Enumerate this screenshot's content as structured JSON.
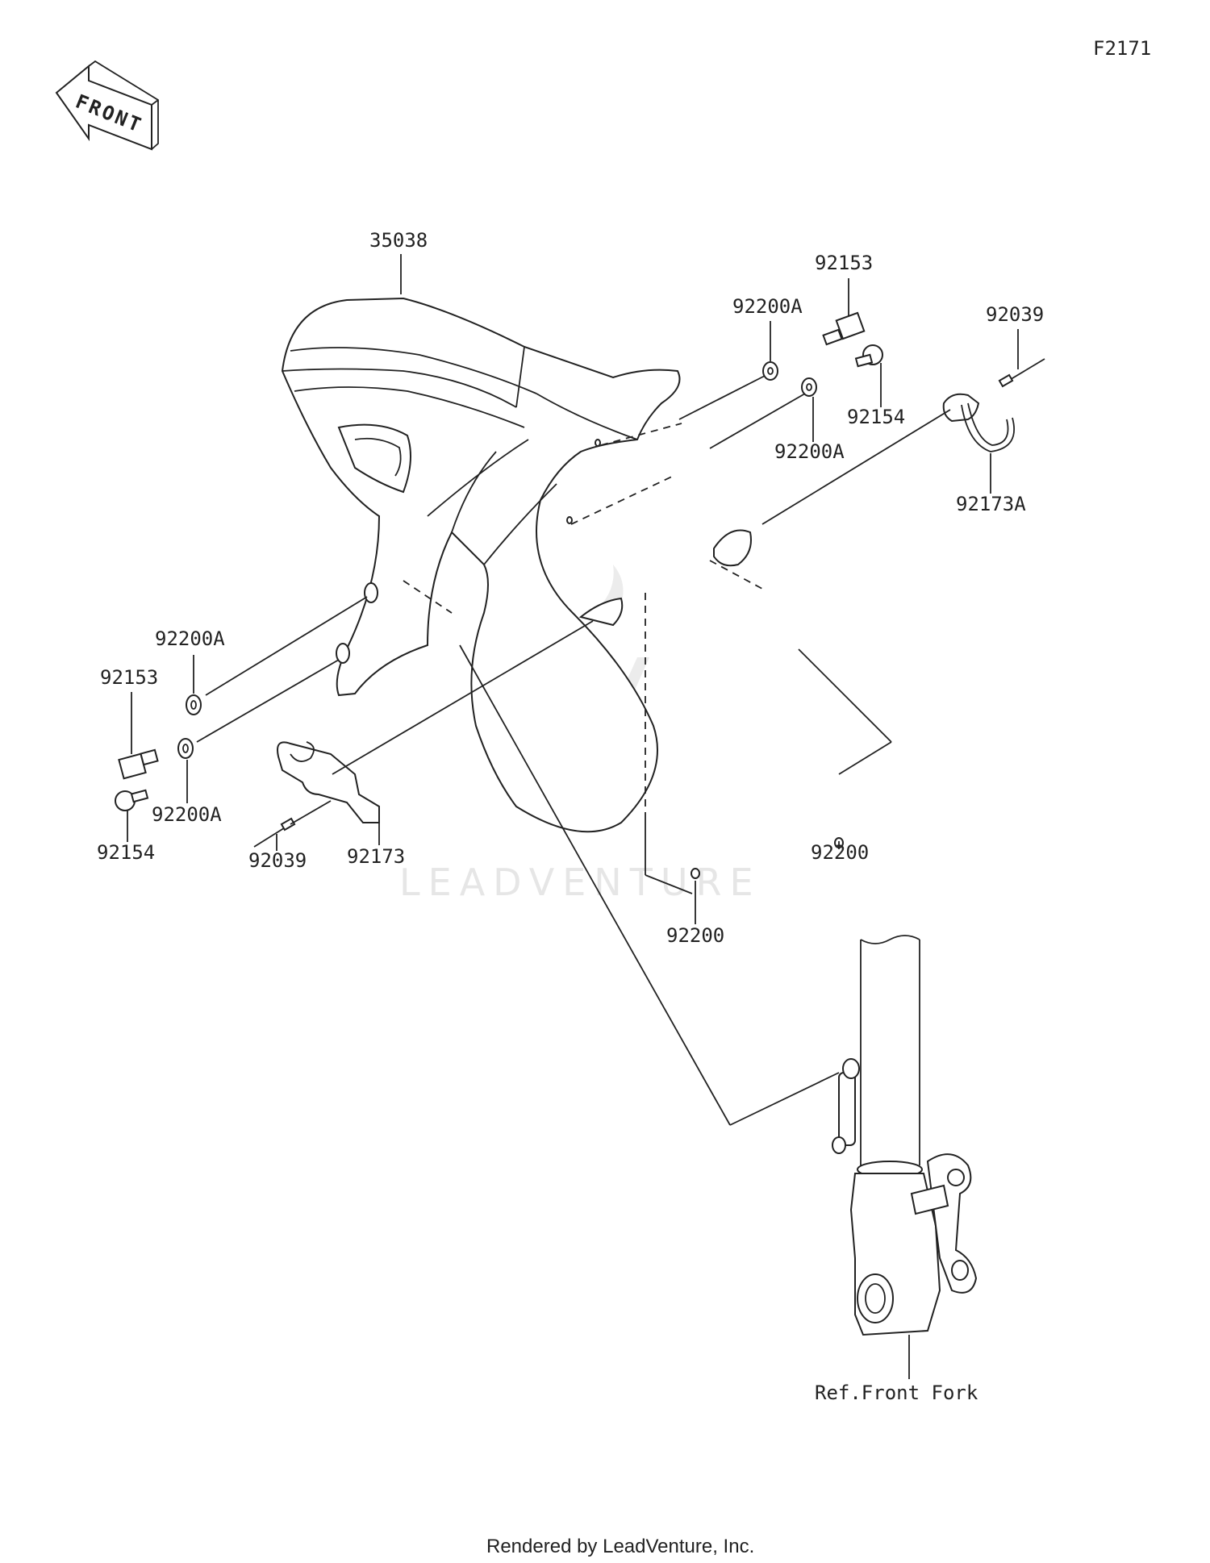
{
  "figure_code": "F2171",
  "front_label": "FRONT",
  "watermark": "LEADVENTURE",
  "footer": "Rendered by LeadVenture, Inc.",
  "reference_label": "Ref.Front Fork",
  "callouts": [
    {
      "id": "fender",
      "part": "35038"
    },
    {
      "id": "stud-top",
      "part": "92153"
    },
    {
      "id": "washer-top-a1",
      "part": "92200A"
    },
    {
      "id": "washer-top-a2",
      "part": "92200A"
    },
    {
      "id": "bolt-top",
      "part": "92154"
    },
    {
      "id": "rivet-top",
      "part": "92039"
    },
    {
      "id": "bracket-right",
      "part": "92173A"
    },
    {
      "id": "washer-left-a1",
      "part": "92200A"
    },
    {
      "id": "stud-left",
      "part": "92153"
    },
    {
      "id": "washer-left-a2",
      "part": "92200A"
    },
    {
      "id": "bolt-left",
      "part": "92154"
    },
    {
      "id": "rivet-left",
      "part": "92039"
    },
    {
      "id": "bracket-left",
      "part": "92173"
    },
    {
      "id": "washer-right",
      "part": "92200"
    },
    {
      "id": "washer-bottom",
      "part": "92200"
    }
  ]
}
